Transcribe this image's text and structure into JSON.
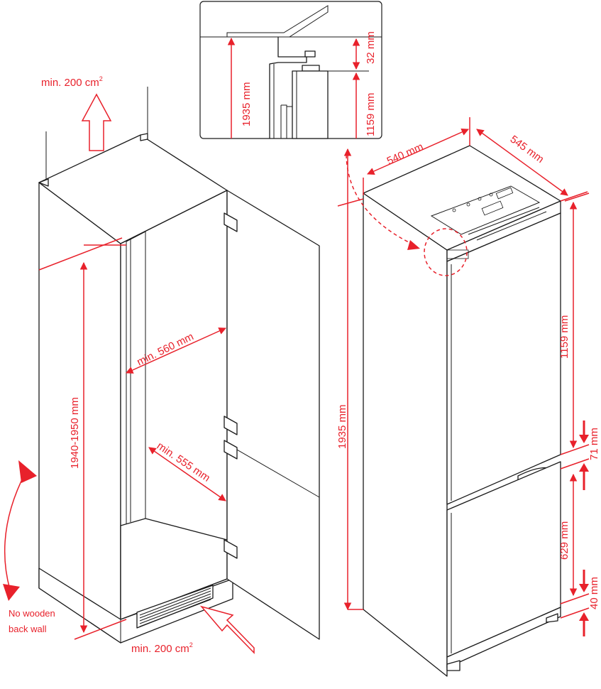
{
  "colors": {
    "dimension": "#e8212b",
    "outline": "#1a1a1a",
    "background": "#ffffff"
  },
  "detail": {
    "height_label": "1935 mm",
    "gap_label": "32 mm",
    "hinge_label": "1159 mm"
  },
  "cabinet": {
    "airflow_top_label": "min. 200 cm",
    "airflow_top_sup": "2",
    "airflow_bottom_label": "min. 200 cm",
    "airflow_bottom_sup": "2",
    "height_label": "1940-1950 mm",
    "width_label": "min. 560 mm",
    "depth_label": "min. 555 mm",
    "note_line1": "No wooden",
    "note_line2": "back wall"
  },
  "appliance": {
    "width_label": "540 mm",
    "depth_label": "545 mm",
    "height_label": "1935 mm",
    "fridge_door_label": "1159 mm",
    "door_gap_label": "71 mm",
    "freezer_door_label": "629 mm",
    "bottom_gap_label": "40 mm"
  },
  "icons": [
    "up-arrow-outline-icon",
    "diagonal-arrow-outline-icon",
    "rotation-arrow-icon",
    "up-arrow-icon",
    "down-arrow-icon"
  ]
}
